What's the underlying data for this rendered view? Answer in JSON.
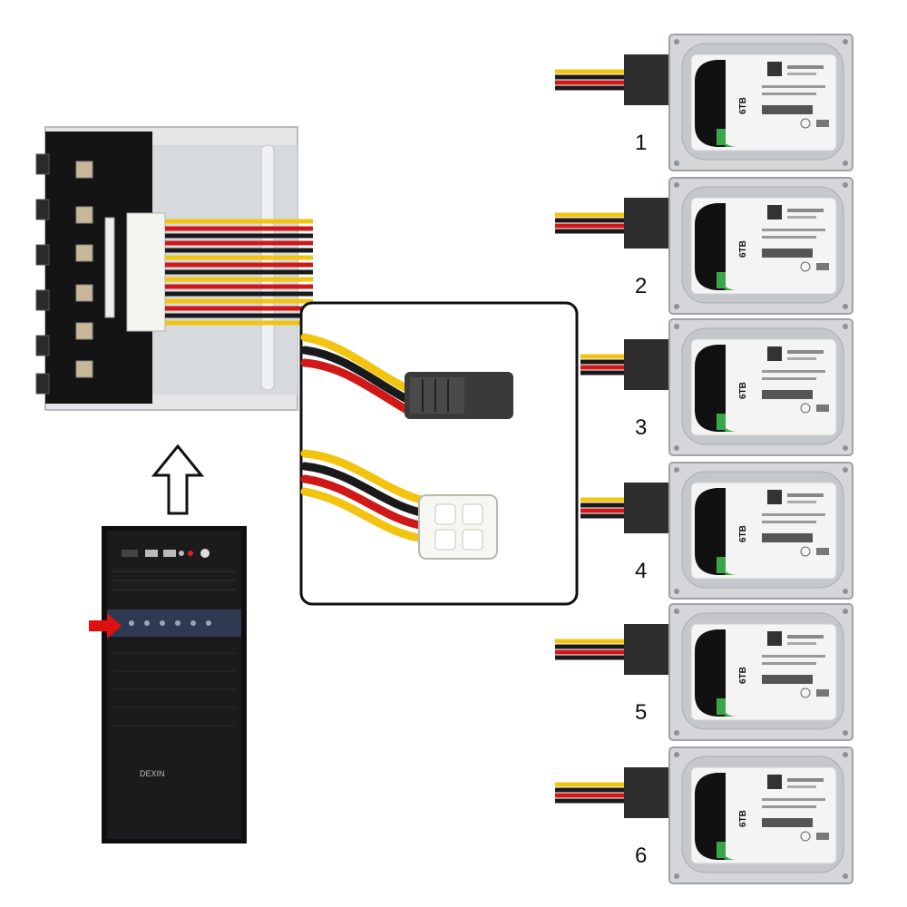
{
  "drives": [
    {
      "number": "1",
      "capacity": "6TB"
    },
    {
      "number": "2",
      "capacity": "6TB"
    },
    {
      "number": "3",
      "capacity": "6TB"
    },
    {
      "number": "4",
      "capacity": "6TB"
    },
    {
      "number": "5",
      "capacity": "6TB"
    },
    {
      "number": "6",
      "capacity": "6TB"
    }
  ],
  "case": {
    "brand": "DEXIN"
  },
  "colors": {
    "wire_yellow": "#f2c40f",
    "wire_red": "#d01818",
    "wire_black": "#1a1a1a",
    "drive_silver": "#d4d6d8",
    "drive_label": "#f4f4f4",
    "seagate_green": "#3aa64a",
    "arrow_red": "#e01010"
  },
  "icons": [
    "up-arrow-icon",
    "red-arrow-icon",
    "sata-connector-icon",
    "molex-connector-icon"
  ]
}
